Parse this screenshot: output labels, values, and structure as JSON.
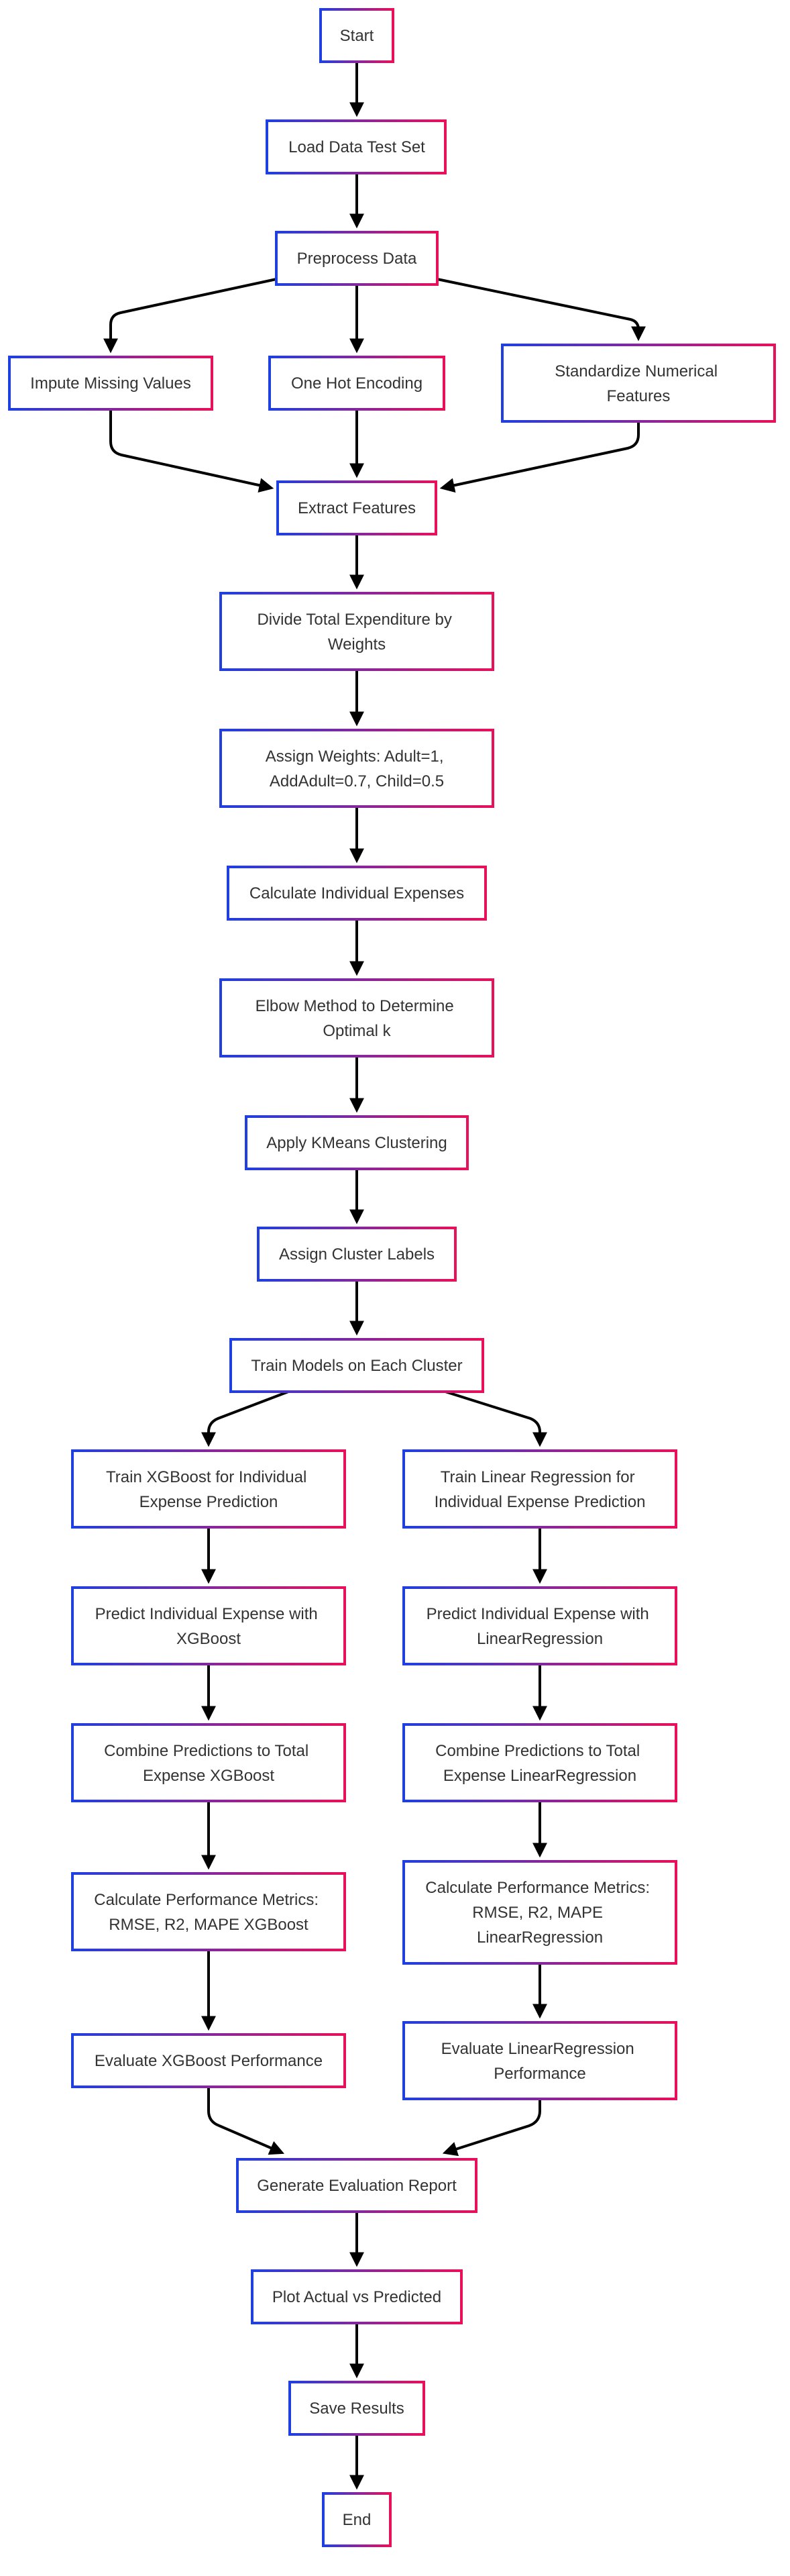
{
  "nodes": [
    {
      "id": "start",
      "lines": [
        "Start"
      ]
    },
    {
      "id": "load",
      "lines": [
        "Load Data Test Set"
      ]
    },
    {
      "id": "preprocess",
      "lines": [
        "Preprocess Data"
      ]
    },
    {
      "id": "impute",
      "lines": [
        "Impute Missing Values"
      ]
    },
    {
      "id": "onehot",
      "lines": [
        "One Hot Encoding"
      ]
    },
    {
      "id": "standardize",
      "lines": [
        "Standardize Numerical",
        "Features"
      ]
    },
    {
      "id": "extract",
      "lines": [
        "Extract Features"
      ]
    },
    {
      "id": "divide",
      "lines": [
        "Divide Total Expenditure by",
        "Weights"
      ]
    },
    {
      "id": "weights",
      "lines": [
        "Assign Weights: Adult=1,",
        "AddAdult=0.7, Child=0.5"
      ]
    },
    {
      "id": "individual",
      "lines": [
        "Calculate Individual Expenses"
      ]
    },
    {
      "id": "elbow",
      "lines": [
        "Elbow Method to Determine",
        "Optimal k"
      ]
    },
    {
      "id": "kmeans",
      "lines": [
        "Apply KMeans Clustering"
      ]
    },
    {
      "id": "labels",
      "lines": [
        "Assign Cluster Labels"
      ]
    },
    {
      "id": "train",
      "lines": [
        "Train Models on Each Cluster"
      ]
    },
    {
      "id": "xgb_train",
      "lines": [
        "Train XGBoost for Individual",
        "Expense Prediction"
      ]
    },
    {
      "id": "lr_train",
      "lines": [
        "Train Linear Regression for",
        "Individual Expense Prediction"
      ]
    },
    {
      "id": "xgb_predict",
      "lines": [
        "Predict Individual Expense with",
        "XGBoost"
      ]
    },
    {
      "id": "lr_predict",
      "lines": [
        "Predict Individual Expense with",
        "LinearRegression"
      ]
    },
    {
      "id": "xgb_combine",
      "lines": [
        "Combine Predictions to Total",
        "Expense XGBoost"
      ]
    },
    {
      "id": "lr_combine",
      "lines": [
        "Combine Predictions to Total",
        "Expense LinearRegression"
      ]
    },
    {
      "id": "xgb_metrics",
      "lines": [
        "Calculate Performance Metrics:",
        "RMSE, R2, MAPE XGBoost"
      ]
    },
    {
      "id": "lr_metrics",
      "lines": [
        "Calculate Performance Metrics:",
        "RMSE, R2, MAPE",
        "LinearRegression"
      ]
    },
    {
      "id": "xgb_eval",
      "lines": [
        "Evaluate XGBoost Performance"
      ]
    },
    {
      "id": "lr_eval",
      "lines": [
        "Evaluate LinearRegression",
        "Performance"
      ]
    },
    {
      "id": "report",
      "lines": [
        "Generate Evaluation Report"
      ]
    },
    {
      "id": "plot",
      "lines": [
        "Plot Actual vs Predicted"
      ]
    },
    {
      "id": "save",
      "lines": [
        "Save Results"
      ]
    },
    {
      "id": "end",
      "lines": [
        "End"
      ]
    }
  ],
  "edges": [
    {
      "from": "start",
      "to": "load"
    },
    {
      "from": "load",
      "to": "preprocess"
    },
    {
      "from": "preprocess",
      "to": "impute"
    },
    {
      "from": "preprocess",
      "to": "onehot"
    },
    {
      "from": "preprocess",
      "to": "standardize"
    },
    {
      "from": "impute",
      "to": "extract"
    },
    {
      "from": "onehot",
      "to": "extract"
    },
    {
      "from": "standardize",
      "to": "extract"
    },
    {
      "from": "extract",
      "to": "divide"
    },
    {
      "from": "divide",
      "to": "weights"
    },
    {
      "from": "weights",
      "to": "individual"
    },
    {
      "from": "individual",
      "to": "elbow"
    },
    {
      "from": "elbow",
      "to": "kmeans"
    },
    {
      "from": "kmeans",
      "to": "labels"
    },
    {
      "from": "labels",
      "to": "train"
    },
    {
      "from": "train",
      "to": "xgb_train"
    },
    {
      "from": "train",
      "to": "lr_train"
    },
    {
      "from": "xgb_train",
      "to": "xgb_predict"
    },
    {
      "from": "lr_train",
      "to": "lr_predict"
    },
    {
      "from": "xgb_predict",
      "to": "xgb_combine"
    },
    {
      "from": "lr_predict",
      "to": "lr_combine"
    },
    {
      "from": "xgb_combine",
      "to": "xgb_metrics"
    },
    {
      "from": "lr_combine",
      "to": "lr_metrics"
    },
    {
      "from": "xgb_metrics",
      "to": "xgb_eval"
    },
    {
      "from": "lr_metrics",
      "to": "lr_eval"
    },
    {
      "from": "xgb_eval",
      "to": "report"
    },
    {
      "from": "lr_eval",
      "to": "report"
    },
    {
      "from": "report",
      "to": "plot"
    },
    {
      "from": "plot",
      "to": "save"
    },
    {
      "from": "save",
      "to": "end"
    }
  ],
  "colors": {
    "stroke_start": "#1f3fe0",
    "stroke_end": "#e8105a",
    "edge": "#000000",
    "text": "#333333",
    "background": "#ffffff"
  }
}
